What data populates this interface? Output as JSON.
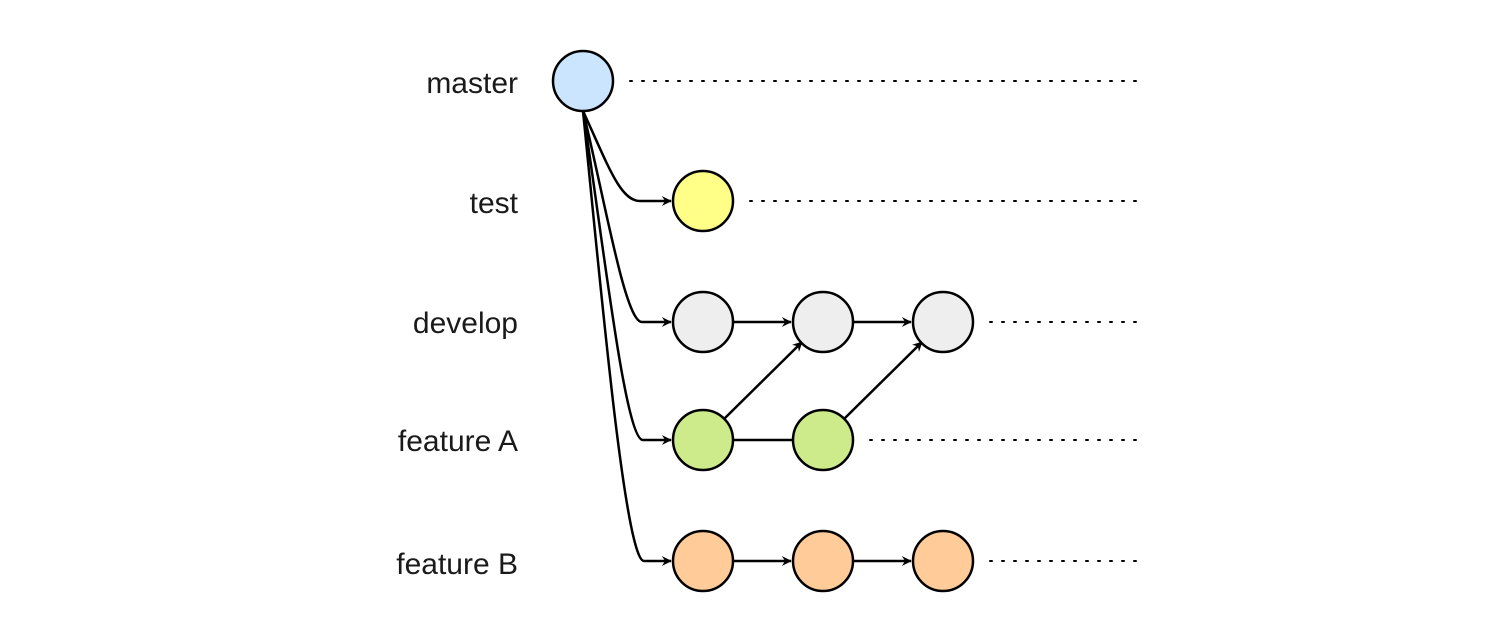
{
  "diagram": {
    "type": "git-branching",
    "branches": [
      {
        "id": "master",
        "label": "master",
        "color": "#cce5ff",
        "commits": 1
      },
      {
        "id": "test",
        "label": "test",
        "color": "#ffff88",
        "commits": 1
      },
      {
        "id": "develop",
        "label": "develop",
        "color": "#eeeeee",
        "commits": 3
      },
      {
        "id": "feature-a",
        "label": "feature A",
        "color": "#cdeb8b",
        "commits": 2
      },
      {
        "id": "feature-b",
        "label": "feature B",
        "color": "#ffcc99",
        "commits": 3
      }
    ],
    "edges": [
      {
        "from": "master.0",
        "to": "test.0",
        "arrow": true
      },
      {
        "from": "master.0",
        "to": "develop.0",
        "arrow": true
      },
      {
        "from": "master.0",
        "to": "feature-a.0",
        "arrow": true
      },
      {
        "from": "master.0",
        "to": "feature-b.0",
        "arrow": true
      },
      {
        "from": "develop.0",
        "to": "develop.1",
        "arrow": true
      },
      {
        "from": "develop.1",
        "to": "develop.2",
        "arrow": true
      },
      {
        "from": "feature-a.0",
        "to": "feature-a.1",
        "arrow": false
      },
      {
        "from": "feature-a.0",
        "to": "develop.1",
        "arrow": true
      },
      {
        "from": "feature-a.1",
        "to": "develop.2",
        "arrow": true
      },
      {
        "from": "feature-b.0",
        "to": "feature-b.1",
        "arrow": true
      },
      {
        "from": "feature-b.1",
        "to": "feature-b.2",
        "arrow": true
      }
    ]
  }
}
